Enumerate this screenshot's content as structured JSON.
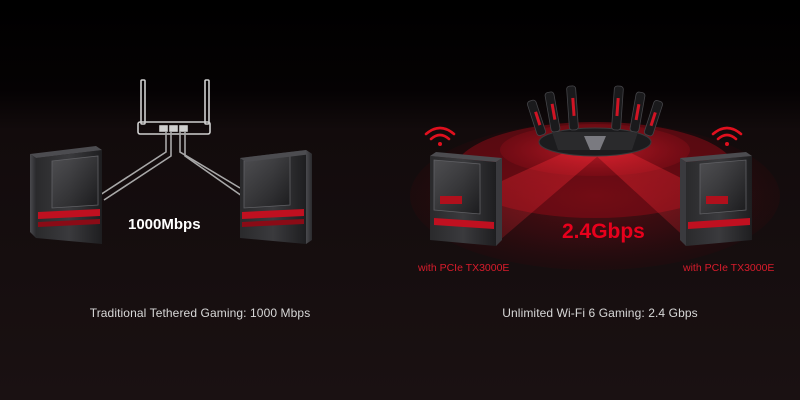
{
  "left_panel": {
    "speed_label": "1000Mbps",
    "caption": "Traditional Tethered Gaming: 1000 Mbps"
  },
  "right_panel": {
    "speed_label": "2.4Gbps",
    "card_label_left": "with PCIe TX3000E",
    "card_label_right": "with PCIe TX3000E",
    "caption": "Unlimited Wi-Fi 6 Gaming: 2.4 Gbps"
  },
  "colors": {
    "accent_red": "#e8001c",
    "caption_text": "#d8d8d8",
    "background": "#1a1112"
  },
  "icons": [
    "router-icon",
    "gaming-pc-icon",
    "wifi-signal-icon",
    "ethernet-cable-icon",
    "wireless-router-icon"
  ]
}
